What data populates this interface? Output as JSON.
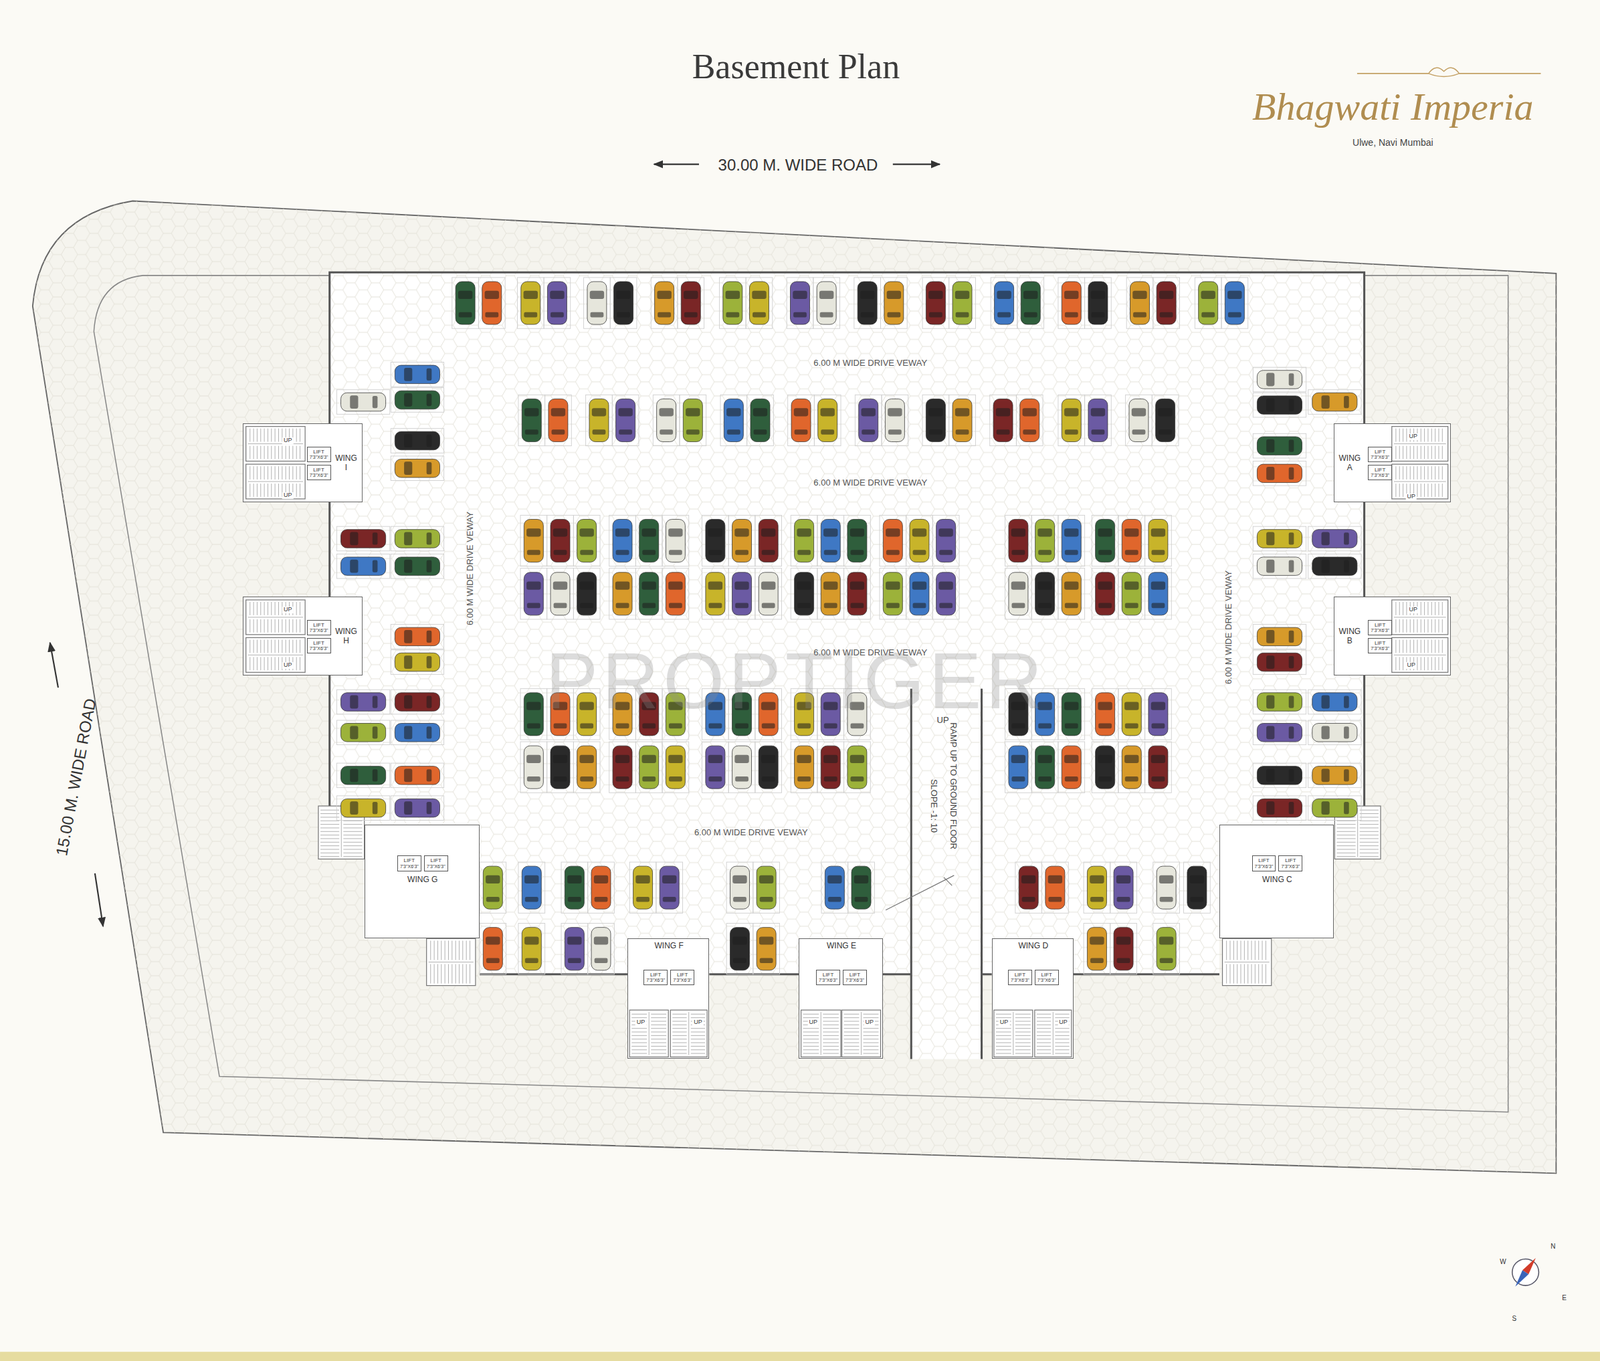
{
  "diagram": {
    "title": "Basement Plan",
    "nodes": [
      {
        "text": [
          "WING I"
        ]
      },
      {
        "text": [
          "LIFT",
          "7'3\"X6'3\""
        ],
        "in": 0
      },
      {
        "text": [
          "LIFT",
          "7'3\"X6'3\""
        ],
        "in": 0
      },
      {
        "text": [
          "WING A"
        ]
      },
      {
        "text": [
          "LIFT",
          "7'3\"X6'3\""
        ],
        "in": 3
      },
      {
        "text": [
          "LIFT",
          "7'3\"X6'3\""
        ],
        "in": 3
      },
      {
        "text": [
          "WING H"
        ]
      },
      {
        "text": [
          "LIFT",
          "7'3\"X6'3\""
        ],
        "in": 6
      },
      {
        "text": [
          "LIFT",
          "7'3\"X6'3\""
        ],
        "in": 6
      },
      {
        "text": [
          "WING B"
        ]
      },
      {
        "text": [
          "LIFT",
          "7'3\"X6'3\""
        ],
        "in": 9
      },
      {
        "text": [
          "LIFT",
          "7'3\"X6'3\""
        ],
        "in": 9
      },
      {
        "text": [
          "WING G"
        ]
      },
      {
        "text": [
          "LIFT",
          "7'3\"X6'3\""
        ],
        "in": 12
      },
      {
        "text": [
          "LIFT",
          "7'3\"X6'3\""
        ],
        "in": 12
      },
      {
        "text": [
          "WING C"
        ]
      },
      {
        "text": [
          "LIFT",
          "7'3\"X6'3\""
        ],
        "in": 15
      },
      {
        "text": [
          "LIFT",
          "7'3\"X6'3\""
        ],
        "in": 15
      },
      {
        "text": [
          "WING F"
        ]
      },
      {
        "text": [
          "LIFT",
          "7'3\"X6'3\""
        ],
        "in": 18
      },
      {
        "text": [
          "LIFT",
          "7'3\"X6'3\""
        ],
        "in": 18
      },
      {
        "text": [
          "WING E"
        ]
      },
      {
        "text": [
          "LIFT",
          "7'3\"X6'3\""
        ],
        "in": 21
      },
      {
        "text": [
          "LIFT",
          "7'3\"X6'3\""
        ],
        "in": 21
      },
      {
        "text": [
          "WING D"
        ]
      },
      {
        "text": [
          "LIFT",
          "7'3\"X6'3\""
        ],
        "in": 24
      },
      {
        "text": [
          "LIFT",
          "7'3\"X6'3\""
        ],
        "in": 24
      }
    ],
    "labels": [
      "Bhagwati Imperia",
      "Ulwe, Navi Mumbai",
      "30.00 M. WIDE ROAD",
      "15.00 M. WIDE ROAD",
      "6.00 M WIDE DRIVE VEWAY",
      "6.00 M WIDE DRIVE VEWAY",
      "6.00 M WIDE DRIVE VEWAY",
      "6.00 M WIDE DRIVE VEWAY",
      "6.00 M WIDE DRIVE VEWAY",
      "6.00 M WIDE DRIVE VEWAY",
      "UP",
      "RAMP UP TO GROUND FLOOR",
      "SLOPE -1: 10",
      "PROPTIGER",
      "N",
      "E",
      "S",
      "W",
      "UP",
      "UP",
      "UP",
      "UP",
      "UP",
      "UP",
      "UP",
      "UP",
      "UP",
      "UP",
      "UP",
      "UP",
      "UP",
      "UP"
    ]
  }
}
